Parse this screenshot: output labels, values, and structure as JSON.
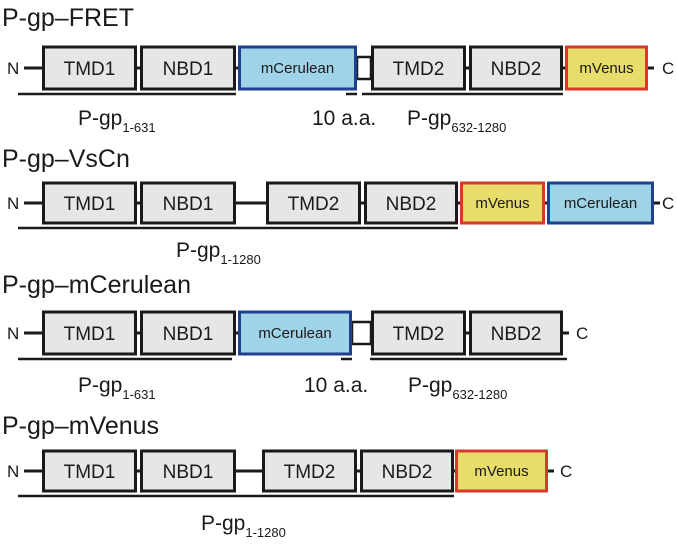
{
  "constructs": [
    {
      "title": "P-gp–FRET",
      "n_terminus": "N",
      "c_terminus": "C",
      "domains": [
        {
          "label": "TMD1",
          "color": "#e6e6e6",
          "border": "#1a1a1a"
        },
        {
          "label": "NBD1",
          "color": "#e6e6e6",
          "border": "#1a1a1a"
        },
        {
          "label": "mCerulean",
          "color": "#9fd3e7",
          "border": "#1f3f8f"
        },
        {
          "label": "TMD2",
          "color": "#e6e6e6",
          "border": "#1a1a1a"
        },
        {
          "label": "NBD2",
          "color": "#e6e6e6",
          "border": "#1a1a1a"
        },
        {
          "label": "mVenus",
          "color": "#e8dc6a",
          "border": "#d83a2a"
        }
      ],
      "spans": [
        {
          "label": "P-gp",
          "subscript": "1-631"
        },
        {
          "label": "10 a.a.",
          "subscript": ""
        },
        {
          "label": "P-gp",
          "subscript": "632-1280"
        }
      ]
    },
    {
      "title": "P-gp–VsCn",
      "n_terminus": "N",
      "c_terminus": "C",
      "domains": [
        {
          "label": "TMD1",
          "color": "#e6e6e6",
          "border": "#1a1a1a"
        },
        {
          "label": "NBD1",
          "color": "#e6e6e6",
          "border": "#1a1a1a"
        },
        {
          "label": "TMD2",
          "color": "#e6e6e6",
          "border": "#1a1a1a"
        },
        {
          "label": "NBD2",
          "color": "#e6e6e6",
          "border": "#1a1a1a"
        },
        {
          "label": "mVenus",
          "color": "#e8dc6a",
          "border": "#d83a2a"
        },
        {
          "label": "mCerulean",
          "color": "#9fd3e7",
          "border": "#1f3f8f"
        }
      ],
      "spans": [
        {
          "label": "P-gp",
          "subscript": "1-1280"
        }
      ]
    },
    {
      "title": "P-gp–mCerulean",
      "n_terminus": "N",
      "c_terminus": "C",
      "domains": [
        {
          "label": "TMD1",
          "color": "#e6e6e6",
          "border": "#1a1a1a"
        },
        {
          "label": "NBD1",
          "color": "#e6e6e6",
          "border": "#1a1a1a"
        },
        {
          "label": "mCerulean",
          "color": "#9fd3e7",
          "border": "#1f3f8f"
        },
        {
          "label": "TMD2",
          "color": "#e6e6e6",
          "border": "#1a1a1a"
        },
        {
          "label": "NBD2",
          "color": "#e6e6e6",
          "border": "#1a1a1a"
        }
      ],
      "spans": [
        {
          "label": "P-gp",
          "subscript": "1-631"
        },
        {
          "label": "10 a.a.",
          "subscript": ""
        },
        {
          "label": "P-gp",
          "subscript": "632-1280"
        }
      ]
    },
    {
      "title": "P-gp–mVenus",
      "n_terminus": "N",
      "c_terminus": "C",
      "domains": [
        {
          "label": "TMD1",
          "color": "#e6e6e6",
          "border": "#1a1a1a"
        },
        {
          "label": "NBD1",
          "color": "#e6e6e6",
          "border": "#1a1a1a"
        },
        {
          "label": "TMD2",
          "color": "#e6e6e6",
          "border": "#1a1a1a"
        },
        {
          "label": "NBD2",
          "color": "#e6e6e6",
          "border": "#1a1a1a"
        },
        {
          "label": "mVenus",
          "color": "#e8dc6a",
          "border": "#d83a2a"
        }
      ],
      "spans": [
        {
          "label": "P-gp",
          "subscript": "1-1280"
        }
      ]
    }
  ]
}
